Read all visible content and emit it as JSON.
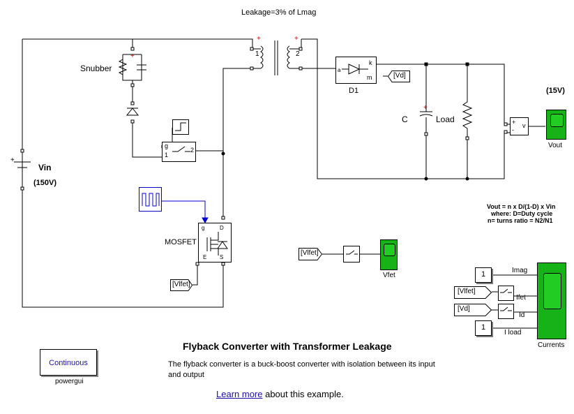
{
  "header": {
    "leakage_note": "Leakage=3% of Lmag"
  },
  "source": {
    "name": "Vin",
    "value": "(150V)"
  },
  "snubber": {
    "name": "Snubber"
  },
  "transformer": {
    "winding1": "1",
    "winding2": "2"
  },
  "diode": {
    "name": "D1",
    "port_a": "a",
    "port_k": "k",
    "port_m": "m"
  },
  "capacitor": {
    "name": "C"
  },
  "load": {
    "name": "Load"
  },
  "voltmeter": {
    "plus": "+",
    "minus": "-",
    "v": "v"
  },
  "vout_scope": {
    "name": "Vout",
    "value": "(15V)"
  },
  "switch": {
    "port_g": "g",
    "port_1": "1",
    "port_2": "2"
  },
  "mosfet": {
    "name": "MOSFET",
    "port_g": "g",
    "port_d": "D",
    "port_e": "E",
    "port_s": "S"
  },
  "goto_tags": {
    "vd": "[Vd]",
    "vlfet_goto": "[Vlfet]"
  },
  "from_tags": {
    "vlfet_1": "[Vlfet]",
    "vlfet_2": "[Vlfet]",
    "vd": "[Vd]"
  },
  "vfet_scope": {
    "name": "Vfet"
  },
  "formula": {
    "line1": "Vout = n x D/(1-D) x Vin",
    "line2": "where: D=Duty cycle",
    "line3": "n= turns ratio = N2/N1"
  },
  "currents": {
    "name": "Currents",
    "const1": "1",
    "const2": "1",
    "signals": [
      "Imag",
      "Ifet",
      "Id",
      "I load"
    ]
  },
  "footer": {
    "title": "Flyback Converter with Transformer Leakage",
    "desc": "The flyback converter is a buck-boost converter with isolation between its input and output",
    "learn_link": "Learn more",
    "learn_rest": " about this example."
  },
  "powergui": {
    "mode": "Continuous",
    "name": "powergui"
  },
  "colors": {
    "scope": "#17b217",
    "signal": "#0000cc",
    "marker": "#cc0000"
  }
}
